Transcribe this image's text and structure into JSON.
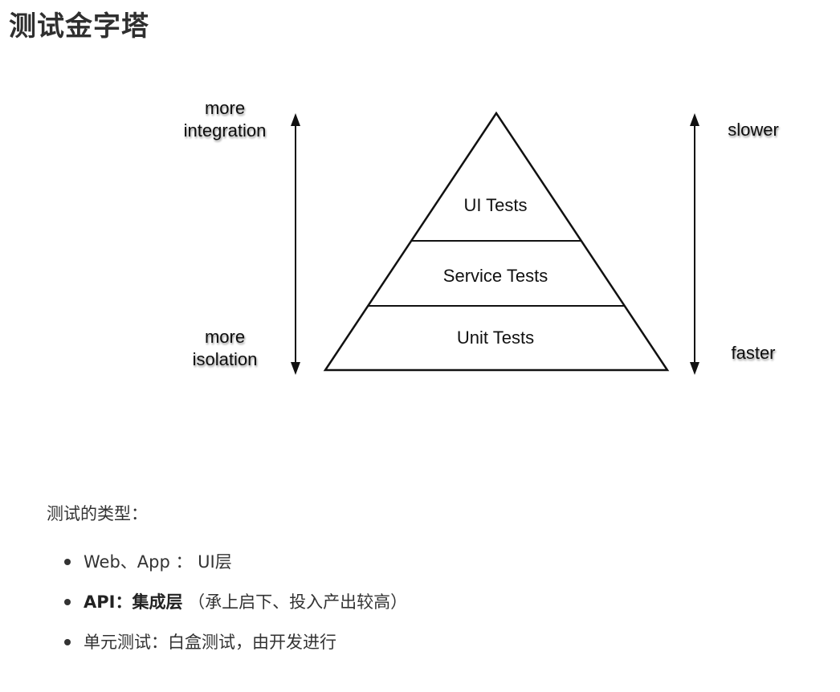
{
  "page": {
    "title": "测试金字塔"
  },
  "diagram": {
    "left_axis": {
      "top_label_line1": "more",
      "top_label_line2": "integration",
      "bottom_label_line1": "more",
      "bottom_label_line2": "isolation"
    },
    "right_axis": {
      "top_label": "slower",
      "bottom_label": "faster"
    },
    "tiers": [
      {
        "label": "UI Tests"
      },
      {
        "label": "Service Tests"
      },
      {
        "label": "Unit Tests"
      }
    ]
  },
  "content": {
    "intro": "测试的类型：",
    "items": [
      {
        "text": "Web、App ： UI层"
      },
      {
        "bold": "API：集成层",
        "text": "（承上启下、投入产出较高）"
      },
      {
        "text": "单元测试：白盒测试，由开发进行"
      }
    ]
  }
}
